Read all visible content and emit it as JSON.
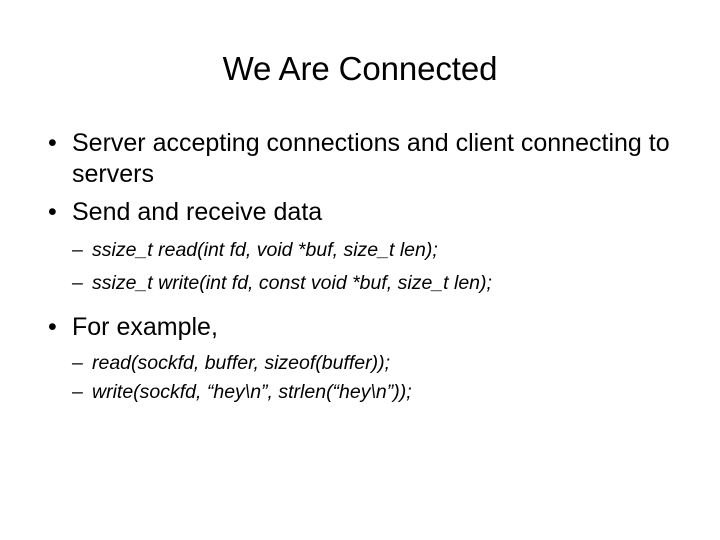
{
  "slide": {
    "title": "We Are Connected",
    "background_color": "#ffffff",
    "text_color": "#000000",
    "bullet_glyph": "•",
    "subbullet_glyph": "–",
    "content": [
      {
        "level": 1,
        "text": "Server accepting connections and client connecting to servers"
      },
      {
        "level": 1,
        "text": "Send and receive data"
      },
      {
        "level": 2,
        "text": "ssize_t read(int fd, void *buf, size_t len);"
      },
      {
        "level": 2,
        "text": "ssize_t write(int fd, const void *buf, size_t len);"
      },
      {
        "level": 1,
        "text": "For example,"
      },
      {
        "level": 2,
        "text": "read(sockfd, buffer, sizeof(buffer));"
      },
      {
        "level": 2,
        "text": "write(sockfd, “hey\\n”, strlen(“hey\\n”));"
      }
    ]
  }
}
